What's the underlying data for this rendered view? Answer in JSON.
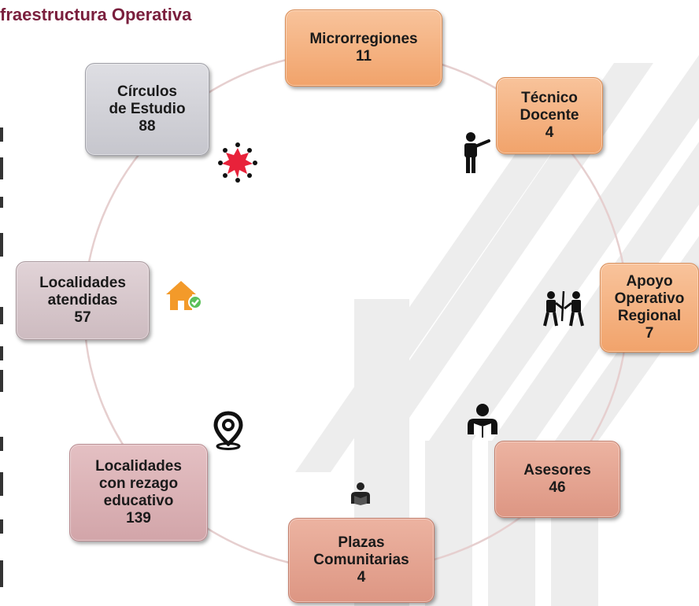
{
  "header": {
    "title": "fraestructura Operativa"
  },
  "nodes": [
    {
      "id": "microrregiones",
      "lines": [
        "Microrregiones",
        "11"
      ],
      "color": "#f4b07e"
    },
    {
      "id": "tecnico-docente",
      "lines": [
        "Técnico",
        "Docente",
        "4"
      ],
      "color": "#f4b07e"
    },
    {
      "id": "apoyo-operativo",
      "lines": [
        "Apoyo",
        "Operativo",
        "Regional",
        "7"
      ],
      "color": "#eda07a"
    },
    {
      "id": "asesores",
      "lines": [
        "Asesores",
        "46"
      ],
      "color": "#e3a391"
    },
    {
      "id": "plazas-comunitarias",
      "lines": [
        "Plazas",
        "Comunitarias",
        "4"
      ],
      "color": "#e3a391"
    },
    {
      "id": "localidades-rezago",
      "lines": [
        "Localidades",
        "con rezago",
        "educativo",
        "139"
      ],
      "color": "#d9b1b5"
    },
    {
      "id": "localidades-atendidas",
      "lines": [
        "Localidades",
        "atendidas",
        "57"
      ],
      "color": "#d8c6cb"
    },
    {
      "id": "circulos-estudio",
      "lines": [
        "Círculos",
        "de Estudio",
        "88"
      ],
      "color": "#d2d2d8"
    }
  ],
  "icons": [
    "teacher-icon",
    "tutors-icon",
    "reader-group-icon",
    "reading-person-icon",
    "location-pin-icon",
    "house-check-icon",
    "star-group-icon"
  ],
  "colors": {
    "title": "#7a1f3d",
    "ring": "#e2c9c9",
    "watermark": "#ececec",
    "star": "#e8223a",
    "house": "#f39a2a"
  }
}
